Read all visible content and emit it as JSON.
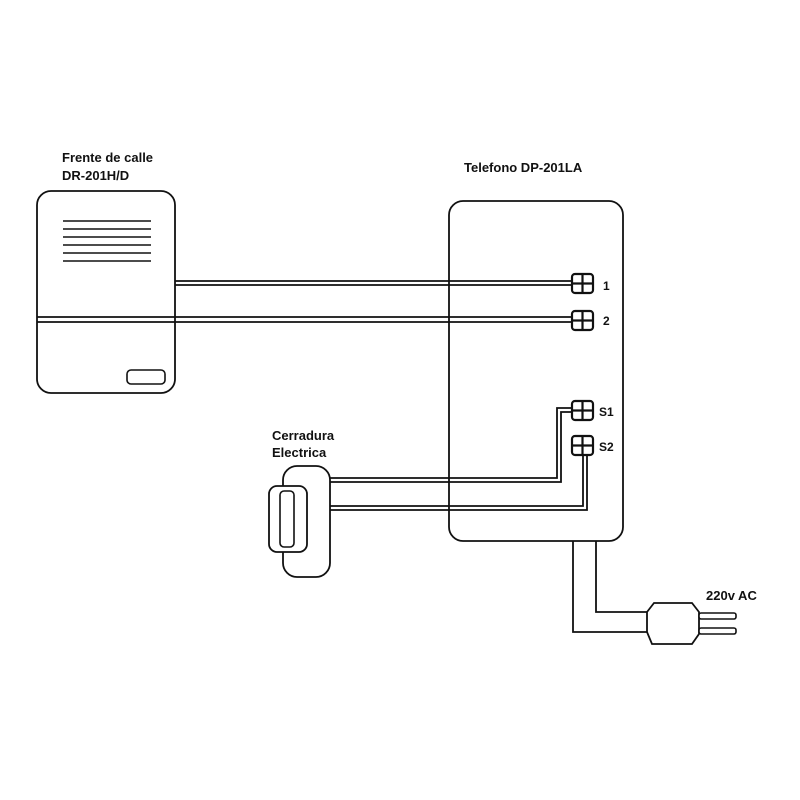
{
  "doorplate": {
    "label_line1": "Frente de calle",
    "label_line2": "DR-201H/D"
  },
  "phone": {
    "label": "Telefono DP-201LA",
    "terminals": [
      "1",
      "2",
      "S1",
      "S2"
    ]
  },
  "lock": {
    "label_line1": "Cerradura",
    "label_line2": "Electrica"
  },
  "power": {
    "label": "220v AC"
  },
  "colors": {
    "line": "#111111",
    "background": "#ffffff"
  }
}
